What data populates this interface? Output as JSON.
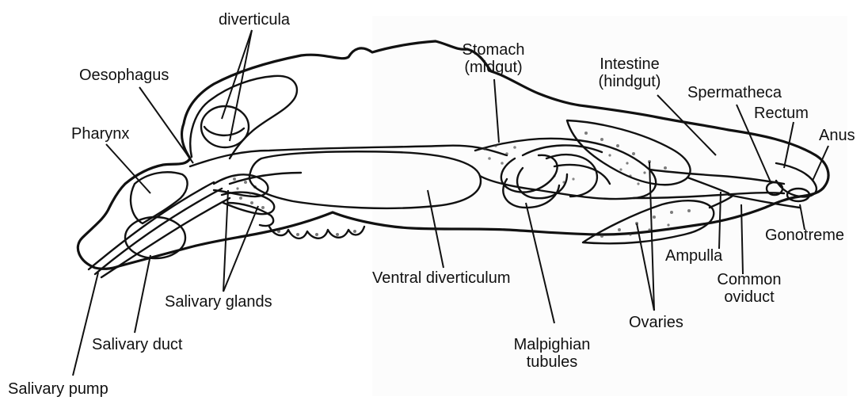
{
  "labels": {
    "diverticula": "diverticula",
    "oesophagus": "Oesophagus",
    "pharynx": "Pharynx",
    "stomach_line1": "Stomach",
    "stomach_line2": "(midgut)",
    "intestine_line1": "Intestine",
    "intestine_line2": "(hindgut)",
    "spermatheca": "Spermatheca",
    "rectum": "Rectum",
    "anus": "Anus",
    "gonotreme": "Gonotreme",
    "ampulla": "Ampulla",
    "common_oviduct_line1": "Common",
    "common_oviduct_line2": "oviduct",
    "ventral_diverticulum": "Ventral diverticulum",
    "salivary_glands": "Salivary glands",
    "salivary_duct": "Salivary duct",
    "salivary_pump": "Salivary pump",
    "ovaries": "Ovaries",
    "malpighian_line1": "Malpighian",
    "malpighian_line2": "tubules"
  },
  "colors": {
    "ink": "#111111",
    "paper": "#ffffff",
    "stipple": "#3a3a3a"
  }
}
